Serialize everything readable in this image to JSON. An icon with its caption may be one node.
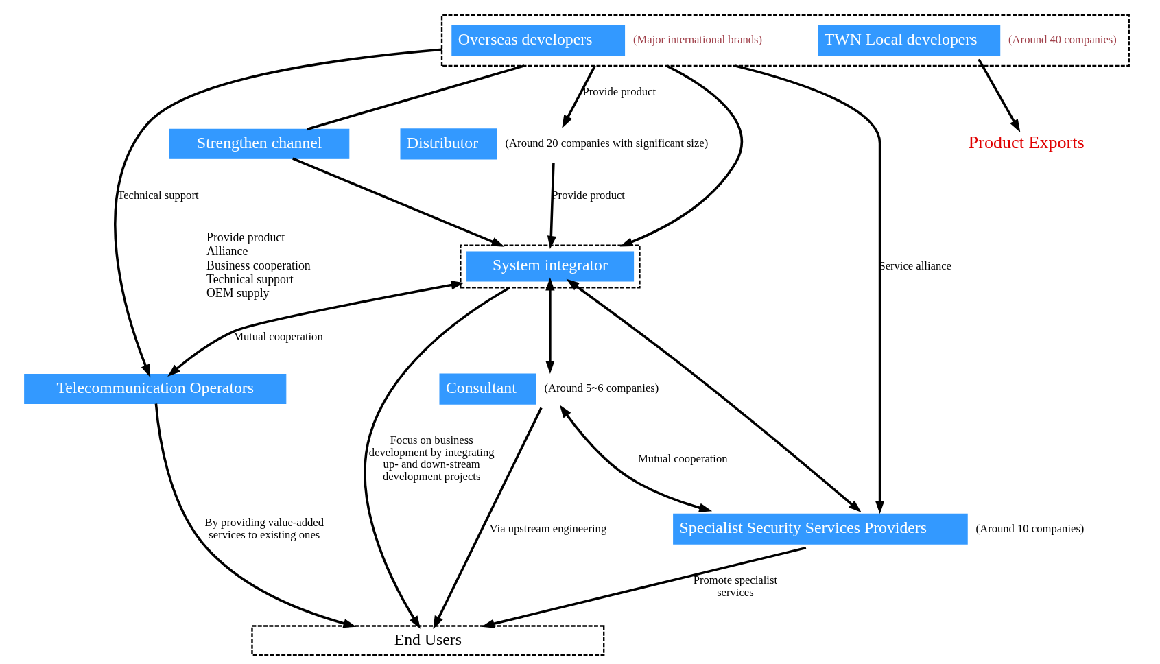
{
  "diagram": {
    "nodes": [
      {
        "text": [],
        "shape": "box"
      },
      {
        "text": [
          "Overseas developers"
        ],
        "in": 0,
        "beside": [
          "(Major international brands)"
        ]
      },
      {
        "text": [
          "TWN Local developers"
        ],
        "in": 0,
        "beside": [
          "(Around 40 companies)"
        ]
      },
      {
        "text": [
          "Product Exports"
        ]
      },
      {
        "text": [
          "Strengthen channel"
        ]
      },
      {
        "text": [
          "Distributor"
        ],
        "beside": [
          "(Around 20 companies with significant size)"
        ]
      },
      {
        "text": [],
        "shape": "box"
      },
      {
        "text": [
          "System integrator"
        ],
        "in": 6
      },
      {
        "text": [
          "Consultant"
        ],
        "beside": [
          "(Around 5~6 companies)"
        ]
      },
      {
        "text": [
          "Specialist Security Services Providers"
        ],
        "beside": [
          "(Around 10 companies)"
        ]
      },
      {
        "text": [
          "Telecommunication Operators"
        ]
      },
      {
        "text": [
          "End Users"
        ]
      }
    ],
    "edges": [
      {
        "from": 2,
        "to": 3,
        "arrow": "to"
      },
      {
        "from": 0,
        "to": 4,
        "arrow": "none"
      },
      {
        "from": 4,
        "to": 6,
        "arrow": "to"
      },
      {
        "from": 0,
        "to": 5,
        "label": "Provide product",
        "arrow": "to"
      },
      {
        "from": 0,
        "to": 6,
        "arrow": "to"
      },
      {
        "from": 5,
        "to": 6,
        "label": "Provide product",
        "arrow": "to"
      },
      {
        "from": 0,
        "to": 9,
        "label": "Service alliance",
        "arrow": "to"
      },
      {
        "from": 0,
        "to": 10,
        "label": "Technical support",
        "arrow": "to"
      },
      {
        "from": 6,
        "to": 10,
        "label": "Mutual cooperation",
        "arrow": "both"
      },
      {
        "from": 7,
        "to": 8,
        "arrow": "both"
      },
      {
        "from": 7,
        "to": 9,
        "arrow": "both"
      },
      {
        "from": 8,
        "to": 9,
        "label": "Mutual cooperation",
        "arrow": "both"
      },
      {
        "from": 8,
        "to": 11,
        "label": "Via upstream engineering",
        "arrow": "to"
      },
      {
        "from": 6,
        "to": 11,
        "label": "Focus on business development by integrating up- and down-stream development projects",
        "arrow": "to"
      },
      {
        "from": 9,
        "to": 11,
        "label": "Promote specialist services",
        "arrow": "to"
      },
      {
        "from": 10,
        "to": 11,
        "label": "By providing value-added services to existing ones",
        "arrow": "to"
      }
    ],
    "labels": [
      "Provide product",
      "Alliance",
      "Business cooperation",
      "Technical support",
      "OEM supply"
    ]
  }
}
